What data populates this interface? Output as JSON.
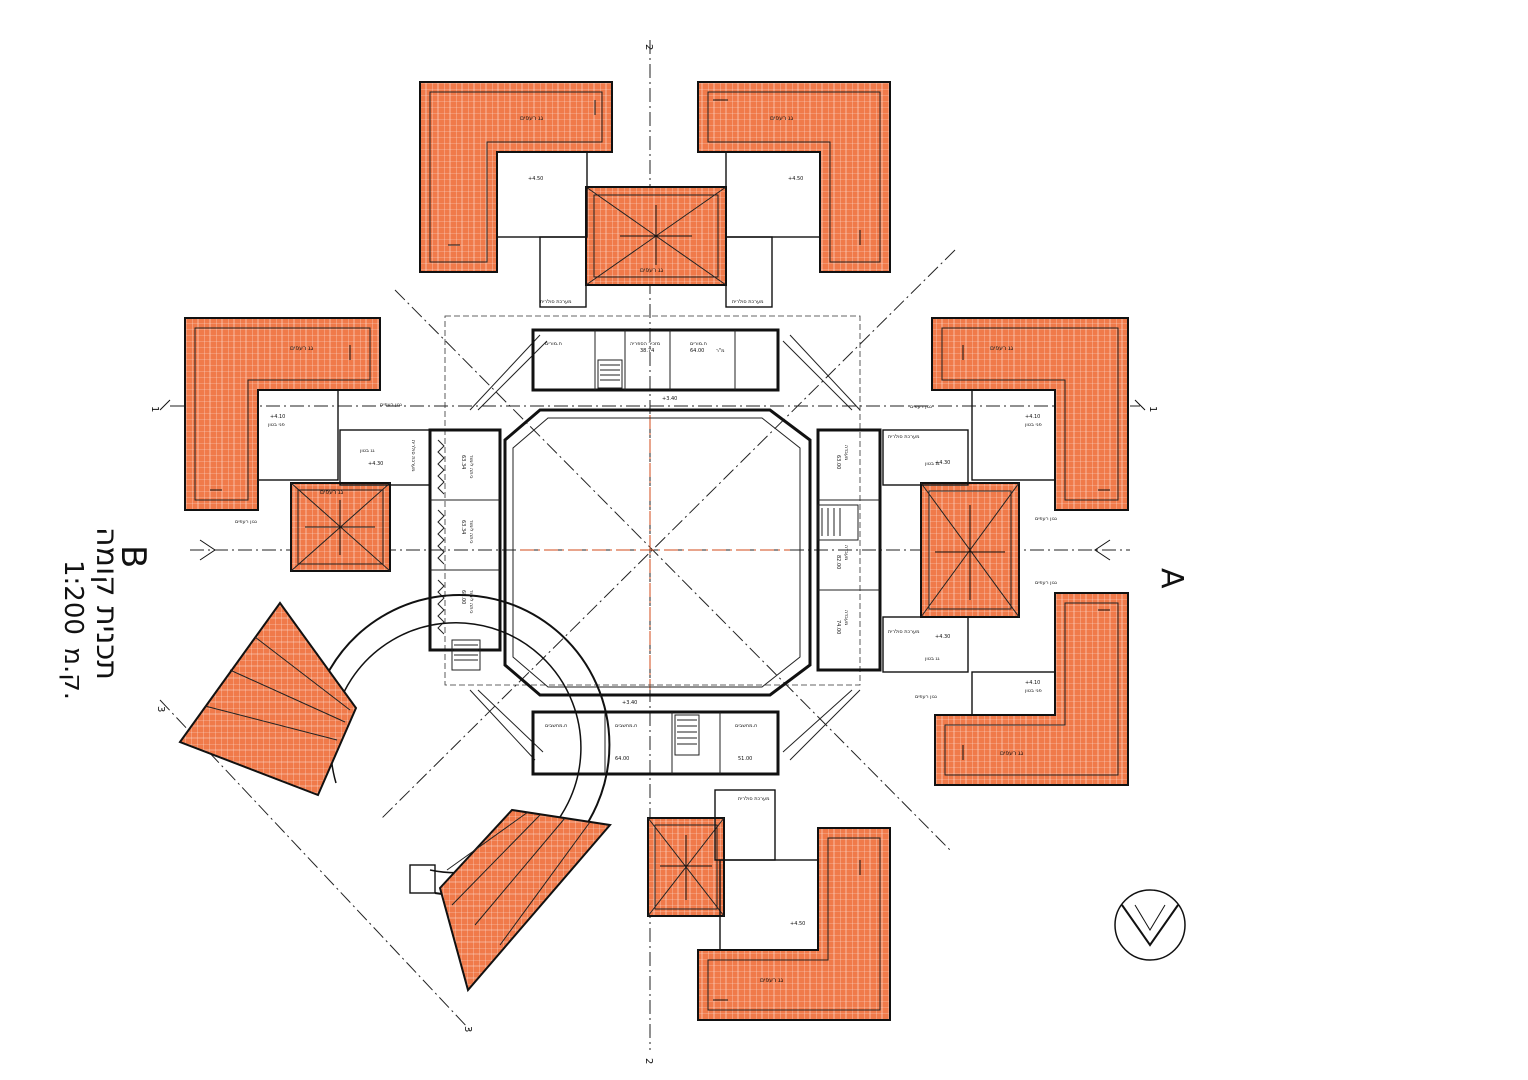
{
  "title": {
    "plan_name": "תכנית קומה",
    "building": "B",
    "scale_prefix": "ק.מ.",
    "scale": "1:200"
  },
  "section_markers": {
    "a": "A",
    "b": "B",
    "axis_1": "1",
    "axis_2": "2",
    "axis_3": "3"
  },
  "roofs": {
    "tile_roof": "גג רעפים",
    "concrete_roof": "גג בטון",
    "tile_gutter": "גגון רעפים"
  },
  "levels": {
    "lvl_340": "+3.40",
    "lvl_410": "+4.10",
    "lvl_430": "+4.30",
    "lvl_450": "+4.50",
    "concrete_face": "פני בטון"
  },
  "rooms": {
    "teachers": "ח.מורים",
    "teachers_area": "64.00",
    "area_unit": "מ\"ר",
    "computers": "ח.מחשבים",
    "computers_area": "64.00",
    "computers_area_2": "51.00",
    "secretary": "מזכיר הספריה",
    "secretary_area": "38.74",
    "class": "כיתה לימוד",
    "class_area_1": "63.34",
    "class_area_2": "63.34",
    "class_area_3": "68.00",
    "lab": "מעבדה",
    "lab_area_1": "63.00",
    "lab_area_2": "82.00",
    "lab_area_3": "74.00",
    "solar": "מערכת סולרית"
  },
  "colors": {
    "roof_fill": "#f07a4a",
    "line": "#111111",
    "axis_accent": "#d04a1a"
  },
  "icons": {
    "north_arrow": "north-arrow-icon",
    "section_arrow": "section-arrow-icon"
  }
}
